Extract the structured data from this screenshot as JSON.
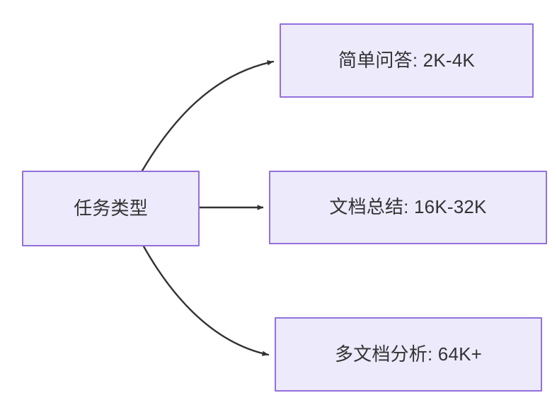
{
  "diagram": {
    "type": "flowchart",
    "direction": "left-to-right",
    "background_color": "#FFFFFF",
    "node_fill_color": "#ECEAFB",
    "node_border_color": "#9370DB",
    "text_color": "#333333",
    "edge_color": "#333333",
    "root": {
      "id": "root",
      "label": "任务类型"
    },
    "branches": [
      {
        "id": "simple-qa",
        "label": "简单问答: 2K-4K",
        "task": "简单问答",
        "context_length": "2K-4K",
        "edge_style": "curved-up"
      },
      {
        "id": "doc-sum",
        "label": "文档总结: 16K-32K",
        "task": "文档总结",
        "context_length": "16K-32K",
        "edge_style": "straight"
      },
      {
        "id": "multi-doc",
        "label": "多文档分析: 64K+",
        "task": "多文档分析",
        "context_length": "64K+",
        "edge_style": "curved-down"
      }
    ],
    "edges": [
      {
        "from": "root",
        "to": "simple-qa",
        "arrowhead": "triangle"
      },
      {
        "from": "root",
        "to": "doc-sum",
        "arrowhead": "triangle"
      },
      {
        "from": "root",
        "to": "multi-doc",
        "arrowhead": "triangle"
      }
    ]
  }
}
